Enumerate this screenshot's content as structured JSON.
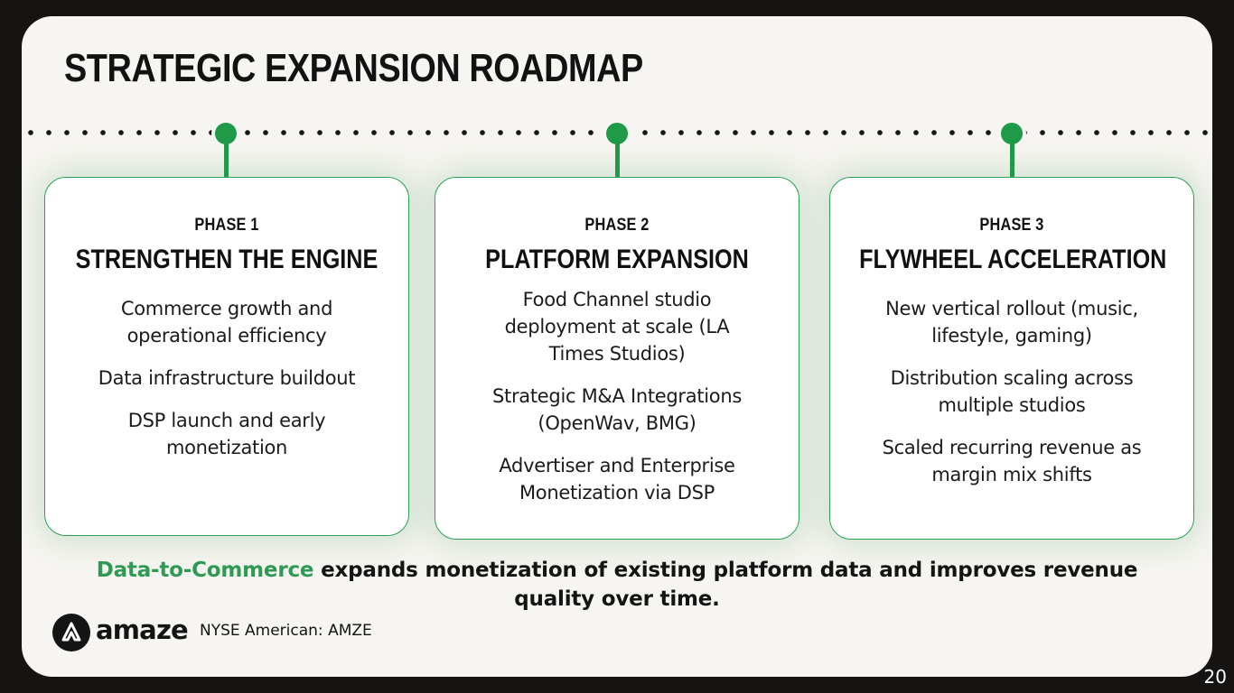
{
  "slide": {
    "title": "STRATEGIC EXPANSION ROADMAP",
    "accent_color": "#1f9a48",
    "phases": [
      {
        "label": "PHASE 1",
        "heading": "STRENGTHEN THE ENGINE",
        "bullets": [
          "Commerce growth and operational efficiency",
          "Data infrastructure buildout",
          "DSP launch and early monetization"
        ]
      },
      {
        "label": "PHASE 2",
        "heading": "PLATFORM EXPANSION",
        "bullets": [
          "Food Channel studio deployment at scale (LA Times Studios)",
          "Strategic M&A Integrations (OpenWav, BMG)",
          "Advertiser and Enterprise Monetization via DSP"
        ]
      },
      {
        "label": "PHASE 3",
        "heading": "FLYWHEEL ACCELERATION",
        "bullets": [
          "New vertical rollout (music, lifestyle, gaming)",
          "Distribution scaling across multiple studios",
          "Scaled recurring revenue as margin mix shifts"
        ]
      }
    ],
    "tagline": {
      "highlight": "Data-to-Commerce",
      "rest": "expands monetization of existing platform data and improves revenue quality over time."
    }
  },
  "footer": {
    "logo_icon": "amaze-logo-icon",
    "logo_text": "amaze",
    "ticker": "NYSE American: AMZE"
  },
  "page_number": "20"
}
